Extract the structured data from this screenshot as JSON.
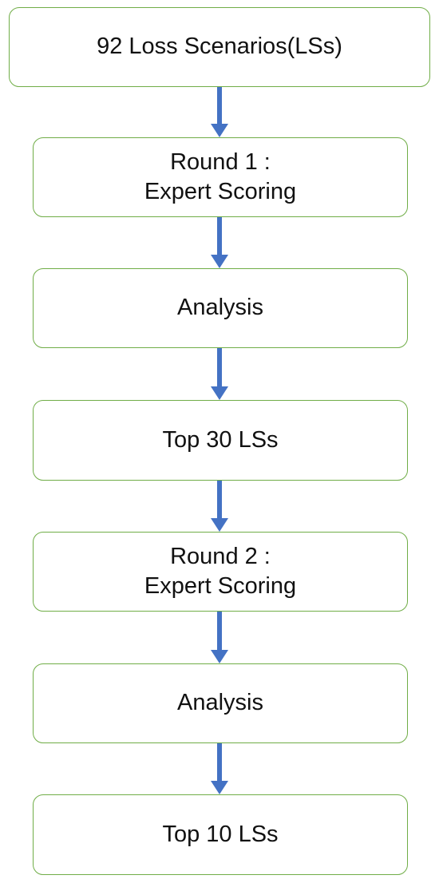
{
  "flowchart": {
    "steps": [
      {
        "label": "92 Loss Scenarios(LSs)"
      },
      {
        "label": "Round 1 :\nExpert Scoring"
      },
      {
        "label": "Analysis"
      },
      {
        "label": "Top 30 LSs"
      },
      {
        "label": "Round 2 :\nExpert Scoring"
      },
      {
        "label": "Analysis"
      },
      {
        "label": "Top 10 LSs"
      }
    ],
    "colors": {
      "box_border": "#70ad47",
      "arrow": "#4472c4",
      "text": "#111111"
    }
  }
}
